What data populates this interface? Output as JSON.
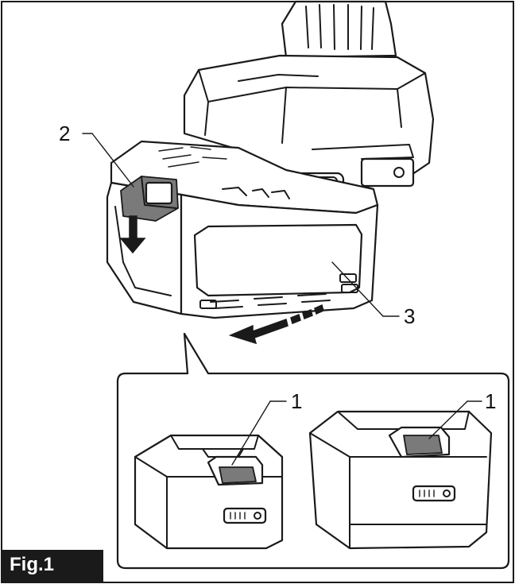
{
  "figure": {
    "label": "Fig.1",
    "callouts": {
      "battery_top": "2",
      "battery_body": "3",
      "indicator_small": "1",
      "indicator_large": "1"
    }
  }
}
